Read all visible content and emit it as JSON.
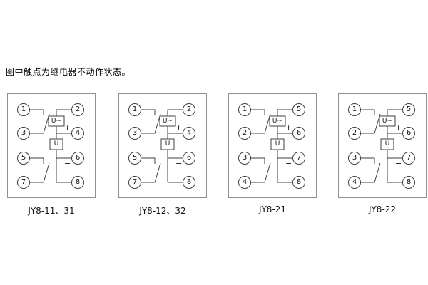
{
  "note": "图中触点为继电器不动作状态。",
  "symbols": {
    "ac_element": "U~",
    "dc_element": "U",
    "plus": "+",
    "minus": "−"
  },
  "panels": [
    {
      "caption": "JY8-11、31",
      "left_terminals": [
        "1",
        "3",
        "5",
        "7"
      ],
      "right_terminals": [
        "2",
        "4",
        "6",
        "8"
      ]
    },
    {
      "caption": "JY8-12、32",
      "left_terminals": [
        "1",
        "3",
        "5",
        "7"
      ],
      "right_terminals": [
        "2",
        "4",
        "6",
        "8"
      ]
    },
    {
      "caption": "JY8-21",
      "left_terminals": [
        "1",
        "2",
        "3",
        "4"
      ],
      "right_terminals": [
        "5",
        "6",
        "7",
        "8"
      ]
    },
    {
      "caption": "JY8-22",
      "left_terminals": [
        "1",
        "2",
        "3",
        "4"
      ],
      "right_terminals": [
        "5",
        "6",
        "7",
        "8"
      ]
    }
  ]
}
